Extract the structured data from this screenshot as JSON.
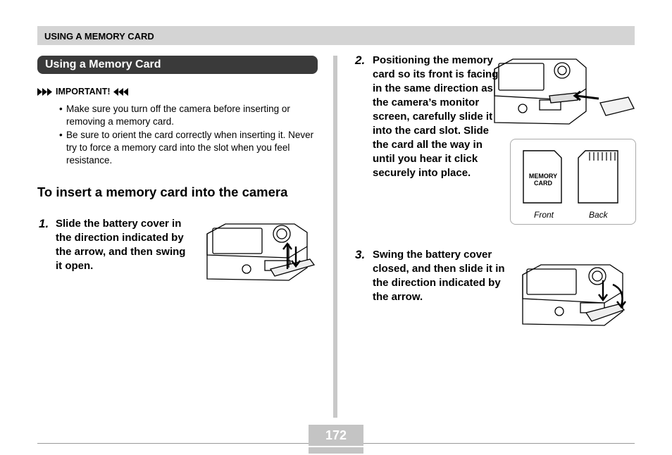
{
  "header": {
    "title": "USING A MEMORY CARD"
  },
  "section": {
    "title": "Using a Memory Card"
  },
  "important": {
    "label": "IMPORTANT!",
    "bullets": [
      "Make sure you turn off the camera before inserting or removing a memory card.",
      "Be sure to orient the card correctly when inserting it. Never try to force a memory card into the slot when you feel resistance."
    ]
  },
  "heading": "To insert a memory card into the camera",
  "steps": [
    {
      "num": "1.",
      "text": "Slide the battery cover in the direction indicated by the arrow, and then swing it open."
    },
    {
      "num": "2.",
      "text": "Positioning the memory card so its front is facing in the same direction as the camera’s monitor screen, carefully slide it into the card slot. Slide the card all the way in until you hear it click securely into place."
    },
    {
      "num": "3.",
      "text": "Swing the battery cover closed, and then slide it in the direction indicated by the arrow."
    }
  ],
  "card_diagram": {
    "card_label_line1": "MEMORY",
    "card_label_line2": "CARD",
    "front": "Front",
    "back": "Back"
  },
  "page_number": "172",
  "icons": {
    "important_left": "triangle-arrows-right-icon",
    "important_right": "triangle-arrows-left-icon"
  }
}
